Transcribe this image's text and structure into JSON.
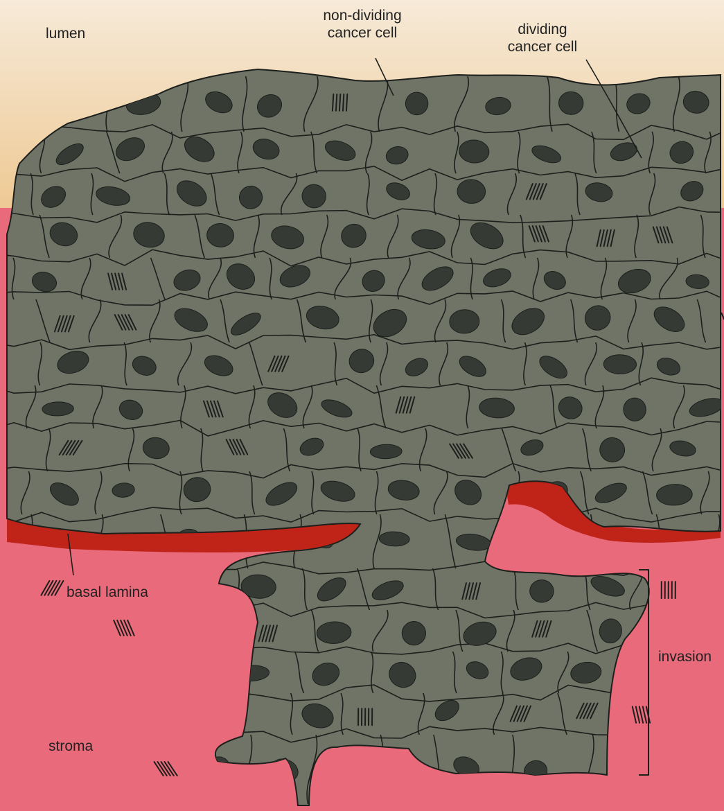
{
  "labels": {
    "lumen": "lumen",
    "non_dividing": [
      "non-dividing",
      "cancer cell"
    ],
    "dividing": [
      "dividing",
      "cancer cell"
    ],
    "basal_lamina": "basal lamina",
    "invasion": "invasion",
    "stroma": "stroma"
  },
  "colors": {
    "lumen_top": "#f6ead8",
    "lumen_bottom": "#eec994",
    "stroma": "#e96a7a",
    "basal_lamina": "#c02318",
    "cell_fill": "#6f7467",
    "nucleus_fill": "#353a34",
    "outline": "#1c1f1b"
  }
}
